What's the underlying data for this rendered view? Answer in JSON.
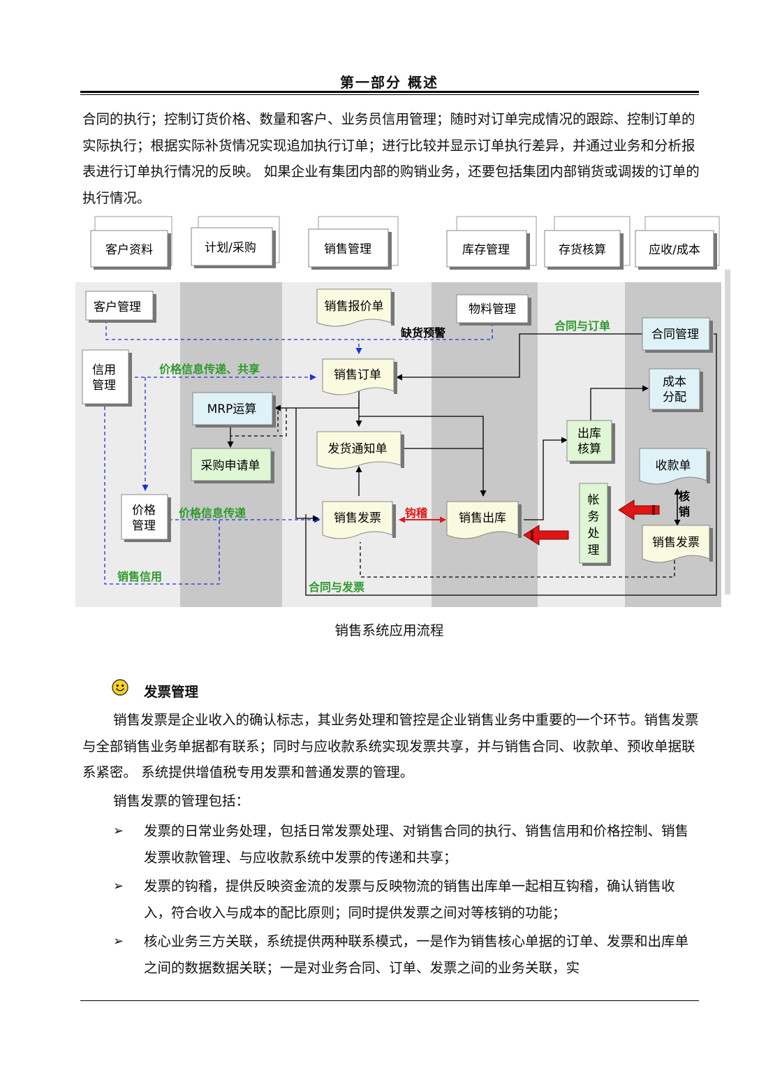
{
  "header": {
    "title": "第一部分  概述"
  },
  "intro_paragraph": "合同的执行；控制订货价格、数量和客户、业务员信用管理；随时对订单完成情况的跟踪、控制订单的实际执行；根据实际补货情况实现追加执行订单；进行比较并显示订单执行差异，并通过业务和分析报表进行订单执行情况的反映。 如果企业有集团内部的购销业务，还要包括集团内部销货或调拨的订单的执行情况。",
  "diagram": {
    "tabs": {
      "customer": "客户资料",
      "planning": "计划/采购",
      "sales": "销售管理",
      "inventory": "库存管理",
      "costing": "存货核算",
      "receivable": "应收/成本"
    },
    "nodes": {
      "customer_mgmt": "客户管理",
      "quote": "销售报价单",
      "material": "物料管理",
      "credit_l1": "信用",
      "credit_l2": "管理",
      "order": "销售订单",
      "contract": "合同管理",
      "mrp": "MRP运算",
      "cost_l1": "成本",
      "cost_l2": "分配",
      "delivery_notice": "发货通知单",
      "outbound_l1": "出库",
      "outbound_l2": "核算",
      "purchase_req": "采购申请单",
      "receipt": "收款单",
      "price_l1": "价格",
      "price_l2": "管理",
      "invoice": "销售发票",
      "outbound": "销售出库",
      "acct_1": "帐",
      "acct_2": "务",
      "acct_3": "处",
      "acct_4": "理",
      "ar_invoice": "销售发票"
    },
    "labels": {
      "shortage": "缺货预警",
      "contract_order": "合同与订单",
      "price_share": "价格信息传递、共享",
      "price_pass": "价格信息传递",
      "match": "钩稽",
      "verify_1": "核",
      "verify_2": "销",
      "sales_credit": "销售信用",
      "contract_invoice": "合同与发票"
    },
    "colors": {
      "label_green": "#2e9a2e",
      "flow_blue": "#1a2fd6",
      "match_red": "#e01515",
      "node_yellow": "#fafae0",
      "node_cyan": "#dff2f8",
      "node_green": "#dff7d4",
      "band_light": "#ececec",
      "band_dark": "#c8c8c8"
    }
  },
  "caption": "销售系统应用流程",
  "section": {
    "icon": "smiley-icon",
    "title": "发票管理"
  },
  "paragraph_invoice": "销售发票是企业收入的确认标志，其业务处理和管控是企业销售业务中重要的一个环节。销售发票与全部销售业务单据都有联系；同时与应收款系统实现发票共享，并与销售合同、收款单、预收单据联系紧密。 系统提供增值税专用发票和普通发票的管理。",
  "paragraph_includes": "销售发票的管理包括：",
  "bullets": [
    {
      "mark": "➢",
      "text": "发票的日常业务处理，包括日常发票处理、对销售合同的执行、销售信用和价格控制、销售发票收款管理、与应收款系统中发票的传递和共享；"
    },
    {
      "mark": "➢",
      "text": "发票的钩稽，提供反映资金流的发票与反映物流的销售出库单一起相互钩稽，确认销售收入，符合收入与成本的配比原则；同时提供发票之间对等核销的功能；"
    },
    {
      "mark": "➢",
      "text": "核心业务三方关联，系统提供两种联系模式，一是作为销售核心单据的订单、发票和出库单之间的数据数据关联；一是对业务合同、订单、发票之间的业务关联，实"
    }
  ]
}
